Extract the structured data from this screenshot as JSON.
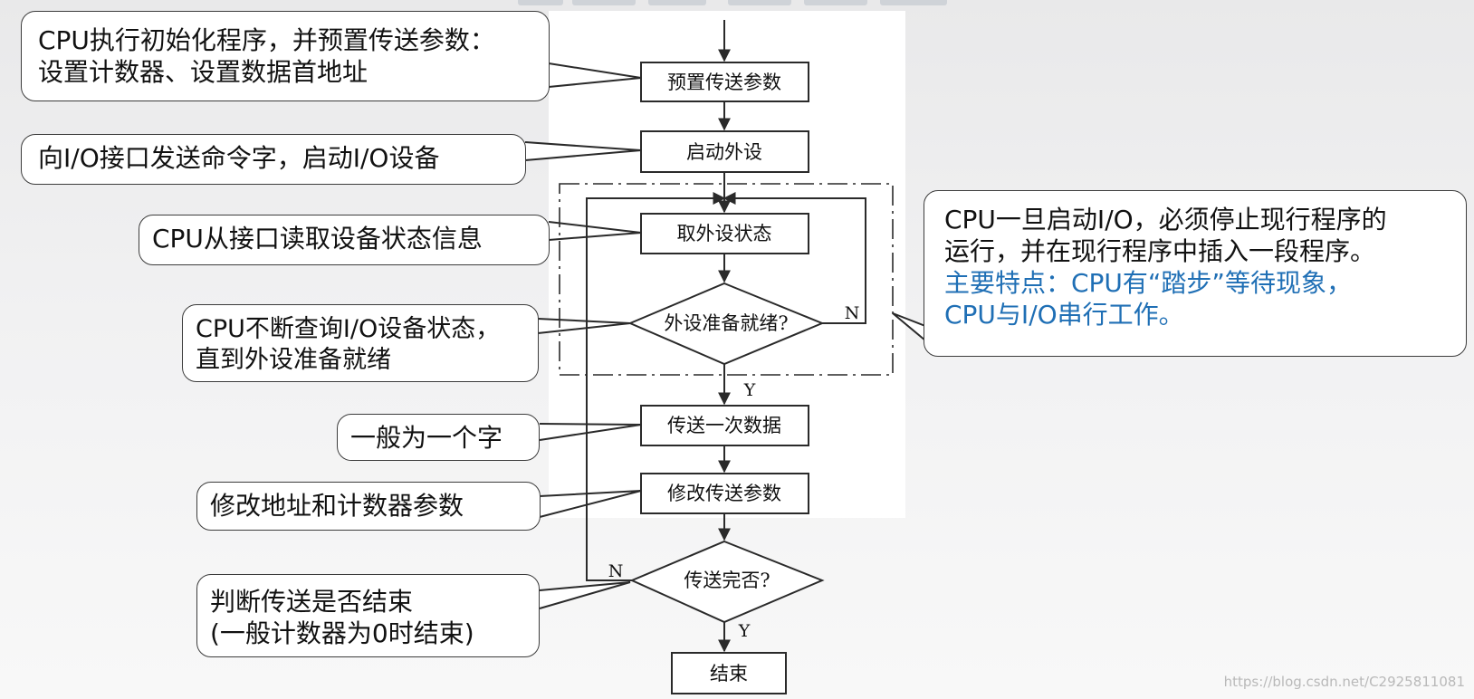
{
  "flowchart": {
    "boxes": {
      "preset": "预置传送参数",
      "start_device": "启动外设",
      "read_status": "取外设状态",
      "transfer_once": "传送一次数据",
      "modify_params": "修改传送参数",
      "end": "结束"
    },
    "decisions": {
      "device_ready": "外设准备就绪?",
      "transfer_done": "传送完否?"
    },
    "branch_labels": {
      "ready_no": "N",
      "ready_yes": "Y",
      "done_no": "N",
      "done_yes": "Y"
    }
  },
  "callouts": {
    "preset": [
      "CPU执行初始化程序，并预置传送参数：",
      "设置计数器、设置数据首地址"
    ],
    "start_device": [
      "向I/O接口发送命令字，启动I/O设备"
    ],
    "read_status": [
      "CPU从接口读取设备状态信息"
    ],
    "device_ready": [
      "CPU不断查询I/O设备状态，",
      "直到外设准备就绪"
    ],
    "transfer_once": [
      "一般为一个字"
    ],
    "modify_params": [
      "修改地址和计数器参数"
    ],
    "transfer_done": [
      "判断传送是否结束",
      "(一般计数器为0时结束)"
    ],
    "summary": {
      "line1": "CPU一旦启动I/O，必须停止现行程序的",
      "line2": "运行，并在现行程序中插入一段程序。",
      "line3": "主要特点：CPU有“踏步”等待现象，",
      "line4": "CPU与I/O串行工作。"
    }
  },
  "watermark": "https://blog.csdn.net/C2925811081",
  "colors": {
    "accent_blue": "#1f6fb5",
    "stroke": "#2a2a2a"
  }
}
